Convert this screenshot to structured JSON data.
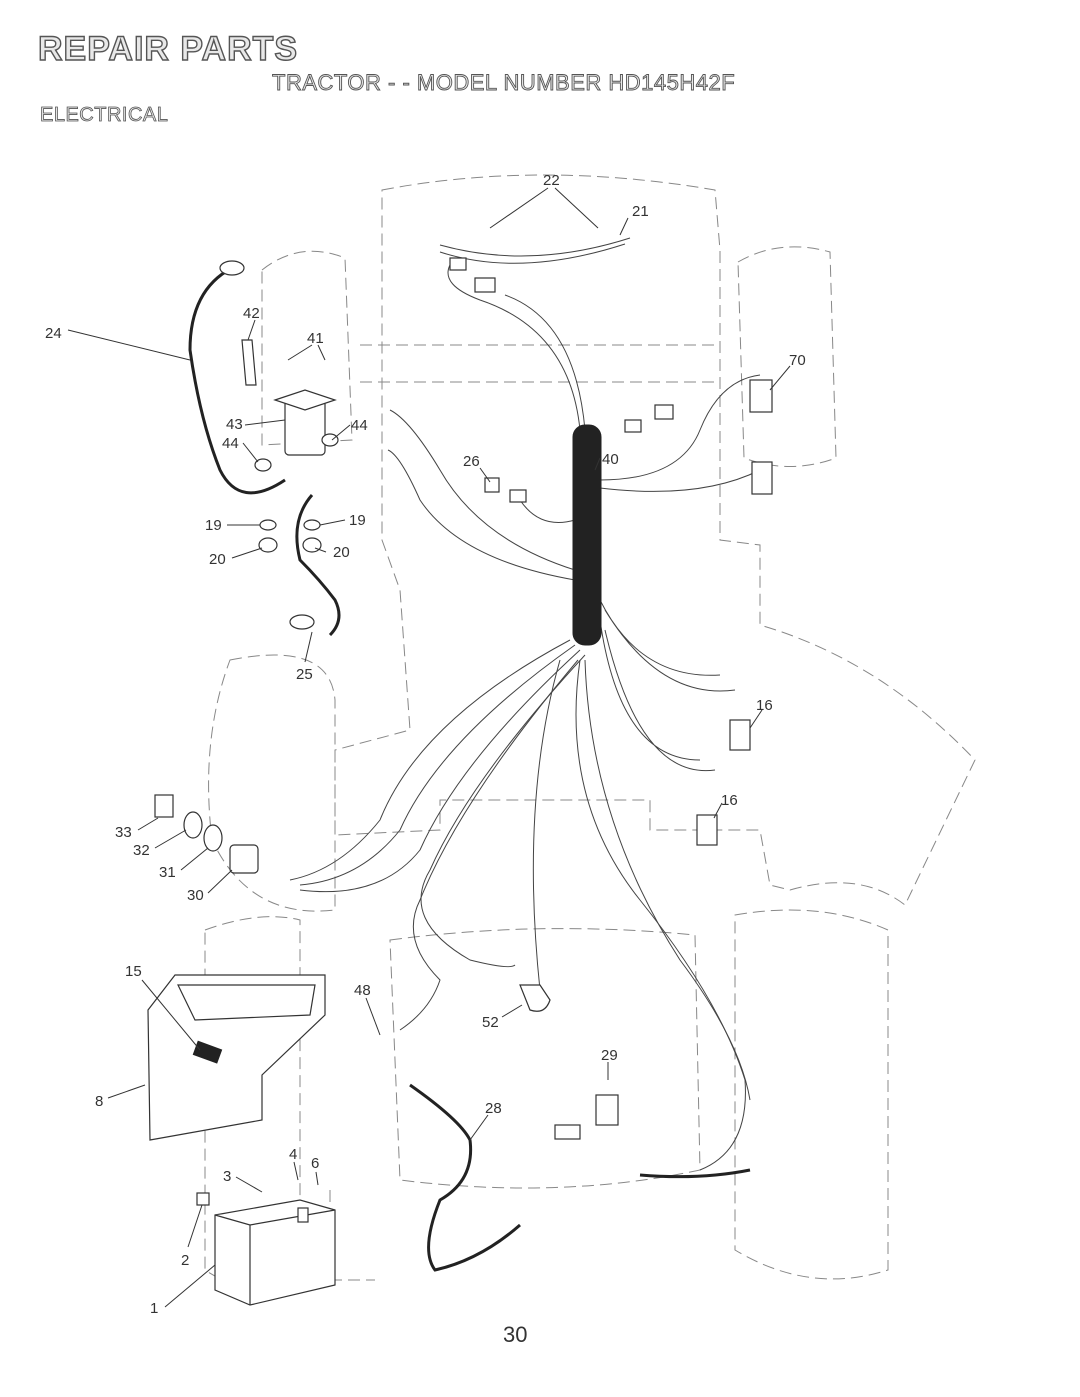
{
  "header": {
    "title": "REPAIR PARTS",
    "subtitle": "TRACTOR - - MODEL NUMBER HD145H42F",
    "section": "ELECTRICAL"
  },
  "footer": {
    "page_number": "30"
  },
  "diagram": {
    "callouts": [
      "22",
      "21",
      "42",
      "41",
      "24",
      "70",
      "43",
      "44",
      "44",
      "26",
      "40",
      "19",
      "19",
      "20",
      "20",
      "25",
      "16",
      "16",
      "33",
      "32",
      "31",
      "30",
      "15",
      "48",
      "52",
      "29",
      "8",
      "28",
      "3",
      "4",
      "6",
      "2",
      "1"
    ]
  }
}
